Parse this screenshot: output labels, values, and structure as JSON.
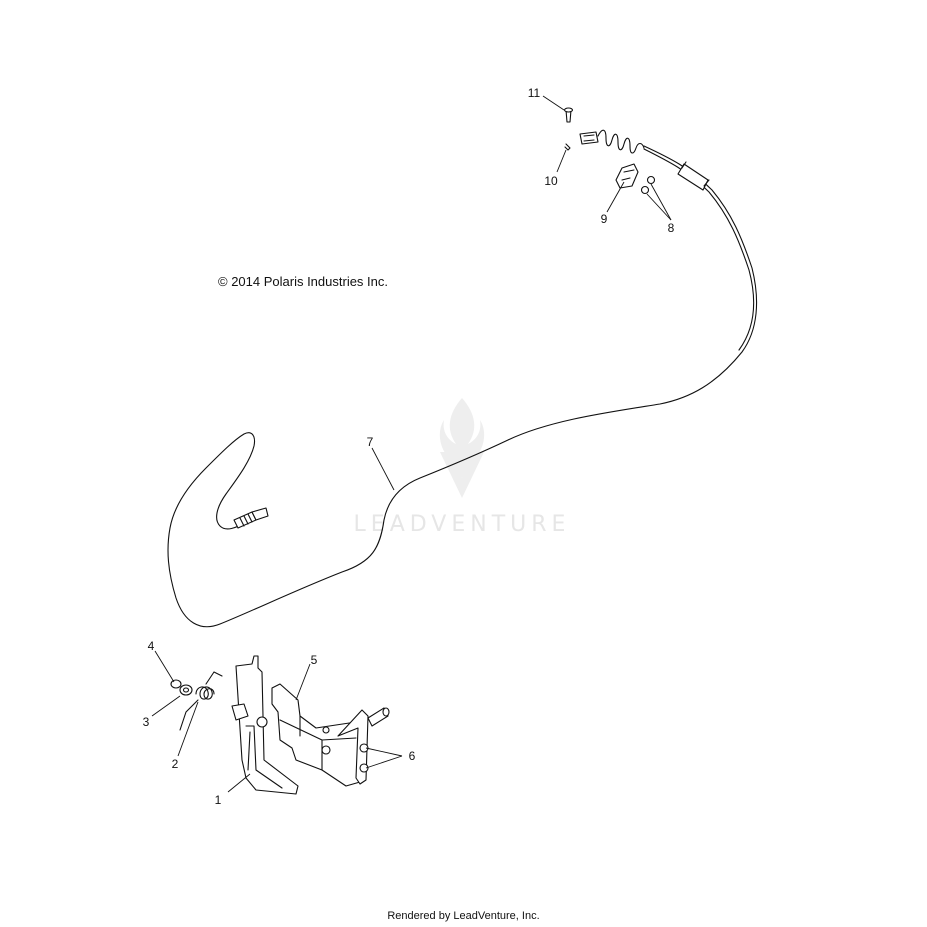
{
  "copyright": "© 2014 Polaris Industries Inc.",
  "footer": "Rendered by LeadVenture, Inc.",
  "watermark": {
    "text": "LEADVENTURE",
    "color": "#e6e6e6"
  },
  "callouts": [
    {
      "id": "1",
      "label": "1"
    },
    {
      "id": "2",
      "label": "2"
    },
    {
      "id": "3",
      "label": "3"
    },
    {
      "id": "4",
      "label": "4"
    },
    {
      "id": "5",
      "label": "5"
    },
    {
      "id": "6",
      "label": "6"
    },
    {
      "id": "7",
      "label": "7"
    },
    {
      "id": "8",
      "label": "8"
    },
    {
      "id": "9",
      "label": "9"
    },
    {
      "id": "10",
      "label": "10"
    },
    {
      "id": "11",
      "label": "11"
    }
  ],
  "colors": {
    "line": "#111111",
    "background": "#ffffff"
  }
}
